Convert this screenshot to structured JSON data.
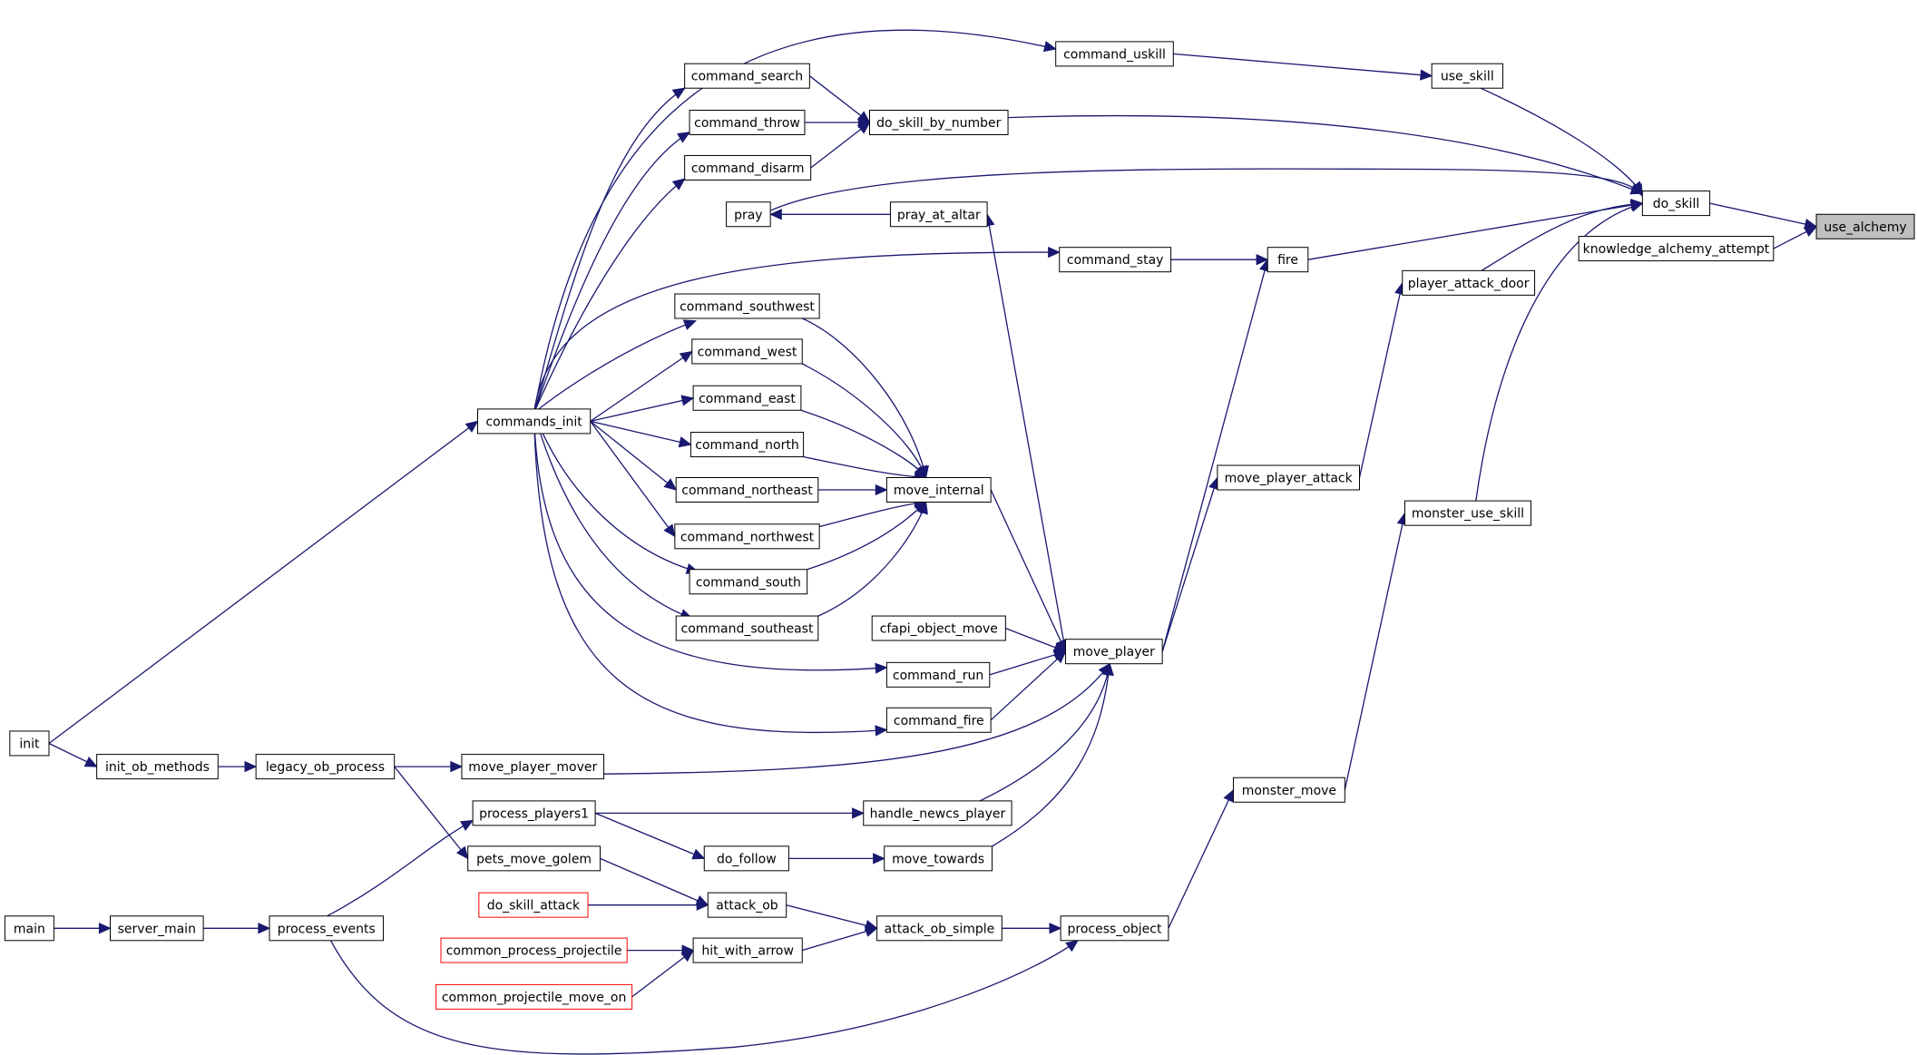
{
  "graph": {
    "root": "use_alchemy",
    "colors": {
      "edge": "#191970",
      "node_border": "#000000",
      "truncated_border": "#ff0000",
      "root_fill": "#bfbfbf"
    },
    "nodes": [
      {
        "id": "use_alchemy",
        "label": "use_alchemy",
        "style": "highlight"
      },
      {
        "id": "do_skill",
        "label": "do_skill"
      },
      {
        "id": "knowledge_alchemy_attempt",
        "label": "knowledge_alchemy_attempt"
      },
      {
        "id": "use_skill",
        "label": "use_skill"
      },
      {
        "id": "player_attack_door",
        "label": "player_attack_door"
      },
      {
        "id": "monster_use_skill",
        "label": "monster_use_skill"
      },
      {
        "id": "command_uskill",
        "label": "command_uskill"
      },
      {
        "id": "do_skill_by_number",
        "label": "do_skill_by_number"
      },
      {
        "id": "pray",
        "label": "pray"
      },
      {
        "id": "pray_at_altar",
        "label": "pray_at_altar"
      },
      {
        "id": "fire",
        "label": "fire"
      },
      {
        "id": "command_stay",
        "label": "command_stay"
      },
      {
        "id": "move_player_attack",
        "label": "move_player_attack"
      },
      {
        "id": "monster_move",
        "label": "monster_move"
      },
      {
        "id": "command_search",
        "label": "command_search"
      },
      {
        "id": "command_throw",
        "label": "command_throw"
      },
      {
        "id": "command_disarm",
        "label": "command_disarm"
      },
      {
        "id": "commands_init",
        "label": "commands_init"
      },
      {
        "id": "command_southwest",
        "label": "command_southwest"
      },
      {
        "id": "command_west",
        "label": "command_west"
      },
      {
        "id": "command_east",
        "label": "command_east"
      },
      {
        "id": "command_north",
        "label": "command_north"
      },
      {
        "id": "command_northeast",
        "label": "command_northeast"
      },
      {
        "id": "command_northwest",
        "label": "command_northwest"
      },
      {
        "id": "command_south",
        "label": "command_south"
      },
      {
        "id": "command_southeast",
        "label": "command_southeast"
      },
      {
        "id": "move_internal",
        "label": "move_internal"
      },
      {
        "id": "move_player",
        "label": "move_player"
      },
      {
        "id": "cfapi_object_move",
        "label": "cfapi_object_move"
      },
      {
        "id": "command_run",
        "label": "command_run"
      },
      {
        "id": "command_fire",
        "label": "command_fire"
      },
      {
        "id": "move_player_mover",
        "label": "move_player_mover"
      },
      {
        "id": "handle_newcs_player",
        "label": "handle_newcs_player"
      },
      {
        "id": "move_towards",
        "label": "move_towards"
      },
      {
        "id": "do_follow",
        "label": "do_follow"
      },
      {
        "id": "process_players1",
        "label": "process_players1"
      },
      {
        "id": "pets_move_golem",
        "label": "pets_move_golem"
      },
      {
        "id": "legacy_ob_process",
        "label": "legacy_ob_process"
      },
      {
        "id": "init_ob_methods",
        "label": "init_ob_methods"
      },
      {
        "id": "init",
        "label": "init"
      },
      {
        "id": "main",
        "label": "main"
      },
      {
        "id": "server_main",
        "label": "server_main"
      },
      {
        "id": "process_events",
        "label": "process_events"
      },
      {
        "id": "attack_ob",
        "label": "attack_ob"
      },
      {
        "id": "do_skill_attack",
        "label": "do_skill_attack",
        "style": "red"
      },
      {
        "id": "attack_ob_simple",
        "label": "attack_ob_simple"
      },
      {
        "id": "hit_with_arrow",
        "label": "hit_with_arrow"
      },
      {
        "id": "common_process_projectile",
        "label": "common_process_projectile",
        "style": "red"
      },
      {
        "id": "common_projectile_move_on",
        "label": "common_projectile_move_on",
        "style": "red"
      },
      {
        "id": "process_object",
        "label": "process_object"
      }
    ],
    "edges": [
      [
        "do_skill",
        "use_alchemy"
      ],
      [
        "knowledge_alchemy_attempt",
        "use_alchemy"
      ],
      [
        "use_skill",
        "do_skill"
      ],
      [
        "do_skill_by_number",
        "do_skill"
      ],
      [
        "pray",
        "do_skill"
      ],
      [
        "fire",
        "do_skill"
      ],
      [
        "player_attack_door",
        "do_skill"
      ],
      [
        "monster_use_skill",
        "do_skill"
      ],
      [
        "command_uskill",
        "use_skill"
      ],
      [
        "command_search",
        "do_skill_by_number"
      ],
      [
        "command_throw",
        "do_skill_by_number"
      ],
      [
        "command_disarm",
        "do_skill_by_number"
      ],
      [
        "pray_at_altar",
        "pray"
      ],
      [
        "command_stay",
        "fire"
      ],
      [
        "move_player",
        "fire"
      ],
      [
        "move_player_attack",
        "player_attack_door"
      ],
      [
        "monster_move",
        "monster_use_skill"
      ],
      [
        "commands_init",
        "command_uskill"
      ],
      [
        "commands_init",
        "command_search"
      ],
      [
        "commands_init",
        "command_throw"
      ],
      [
        "commands_init",
        "command_disarm"
      ],
      [
        "move_player",
        "pray_at_altar"
      ],
      [
        "commands_init",
        "command_stay"
      ],
      [
        "move_player",
        "move_player_attack"
      ],
      [
        "process_object",
        "monster_move"
      ],
      [
        "init",
        "commands_init"
      ],
      [
        "commands_init",
        "command_southwest"
      ],
      [
        "commands_init",
        "command_west"
      ],
      [
        "commands_init",
        "command_east"
      ],
      [
        "commands_init",
        "command_north"
      ],
      [
        "commands_init",
        "command_northeast"
      ],
      [
        "commands_init",
        "command_northwest"
      ],
      [
        "commands_init",
        "command_south"
      ],
      [
        "commands_init",
        "command_southeast"
      ],
      [
        "command_southwest",
        "move_internal"
      ],
      [
        "command_west",
        "move_internal"
      ],
      [
        "command_east",
        "move_internal"
      ],
      [
        "command_north",
        "move_internal"
      ],
      [
        "command_northeast",
        "move_internal"
      ],
      [
        "command_northwest",
        "move_internal"
      ],
      [
        "command_south",
        "move_internal"
      ],
      [
        "command_southeast",
        "move_internal"
      ],
      [
        "move_internal",
        "move_player"
      ],
      [
        "cfapi_object_move",
        "move_player"
      ],
      [
        "command_run",
        "move_player"
      ],
      [
        "command_fire",
        "move_player"
      ],
      [
        "move_player_mover",
        "move_player"
      ],
      [
        "handle_newcs_player",
        "move_player"
      ],
      [
        "move_towards",
        "move_player"
      ],
      [
        "commands_init",
        "command_run"
      ],
      [
        "commands_init",
        "command_fire"
      ],
      [
        "legacy_ob_process",
        "move_player_mover"
      ],
      [
        "process_players1",
        "handle_newcs_player"
      ],
      [
        "do_follow",
        "move_towards"
      ],
      [
        "process_players1",
        "do_follow"
      ],
      [
        "process_events",
        "process_players1"
      ],
      [
        "legacy_ob_process",
        "pets_move_golem"
      ],
      [
        "init_ob_methods",
        "legacy_ob_process"
      ],
      [
        "init",
        "init_ob_methods"
      ],
      [
        "main",
        "server_main"
      ],
      [
        "server_main",
        "process_events"
      ],
      [
        "pets_move_golem",
        "attack_ob"
      ],
      [
        "do_skill_attack",
        "attack_ob"
      ],
      [
        "attack_ob",
        "attack_ob_simple"
      ],
      [
        "hit_with_arrow",
        "attack_ob_simple"
      ],
      [
        "common_process_projectile",
        "hit_with_arrow"
      ],
      [
        "common_projectile_move_on",
        "hit_with_arrow"
      ],
      [
        "attack_ob_simple",
        "process_object"
      ],
      [
        "process_events",
        "process_object"
      ]
    ]
  }
}
